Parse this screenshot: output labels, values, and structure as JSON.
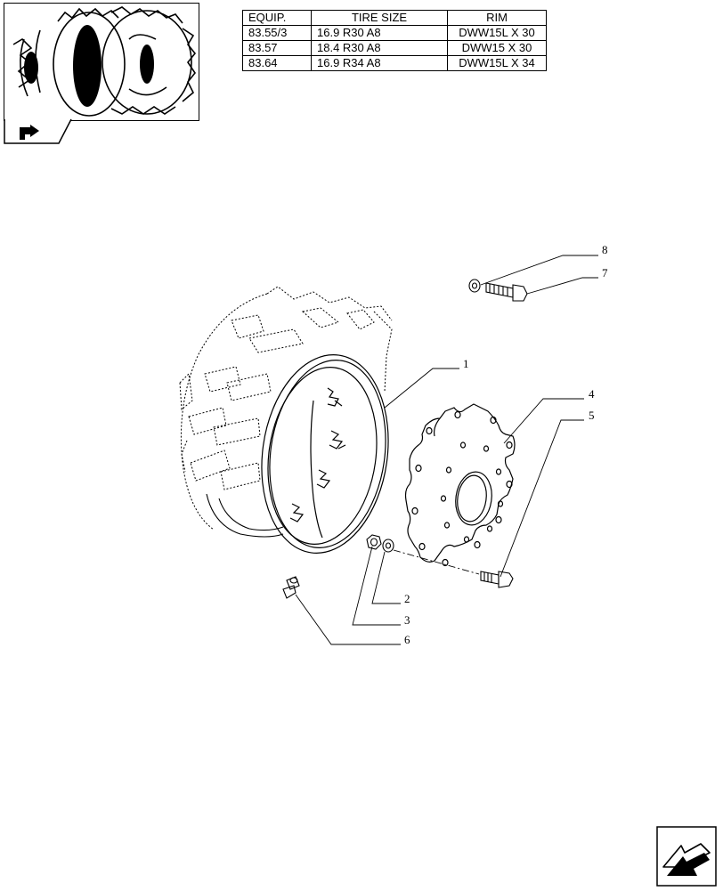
{
  "table": {
    "headers": [
      "EQUIP.",
      "TIRE SIZE",
      "RIM"
    ],
    "rows": [
      [
        "83.55/3",
        "16.9 R30 A8",
        "DWW15L X 30"
      ],
      [
        "83.57",
        "18.4 R30 A8",
        "DWW15 X 30"
      ],
      [
        "83.64",
        "16.9 R34 A8",
        "DWW15L X 34"
      ]
    ]
  },
  "callouts": [
    "8",
    "7",
    "1",
    "4",
    "5",
    "2",
    "3",
    "6"
  ],
  "icons": {
    "thumbnail": "tire-thumbnail-icon",
    "previous": "previous-page-arrow-icon",
    "next": "next-page-arrow-icon"
  }
}
